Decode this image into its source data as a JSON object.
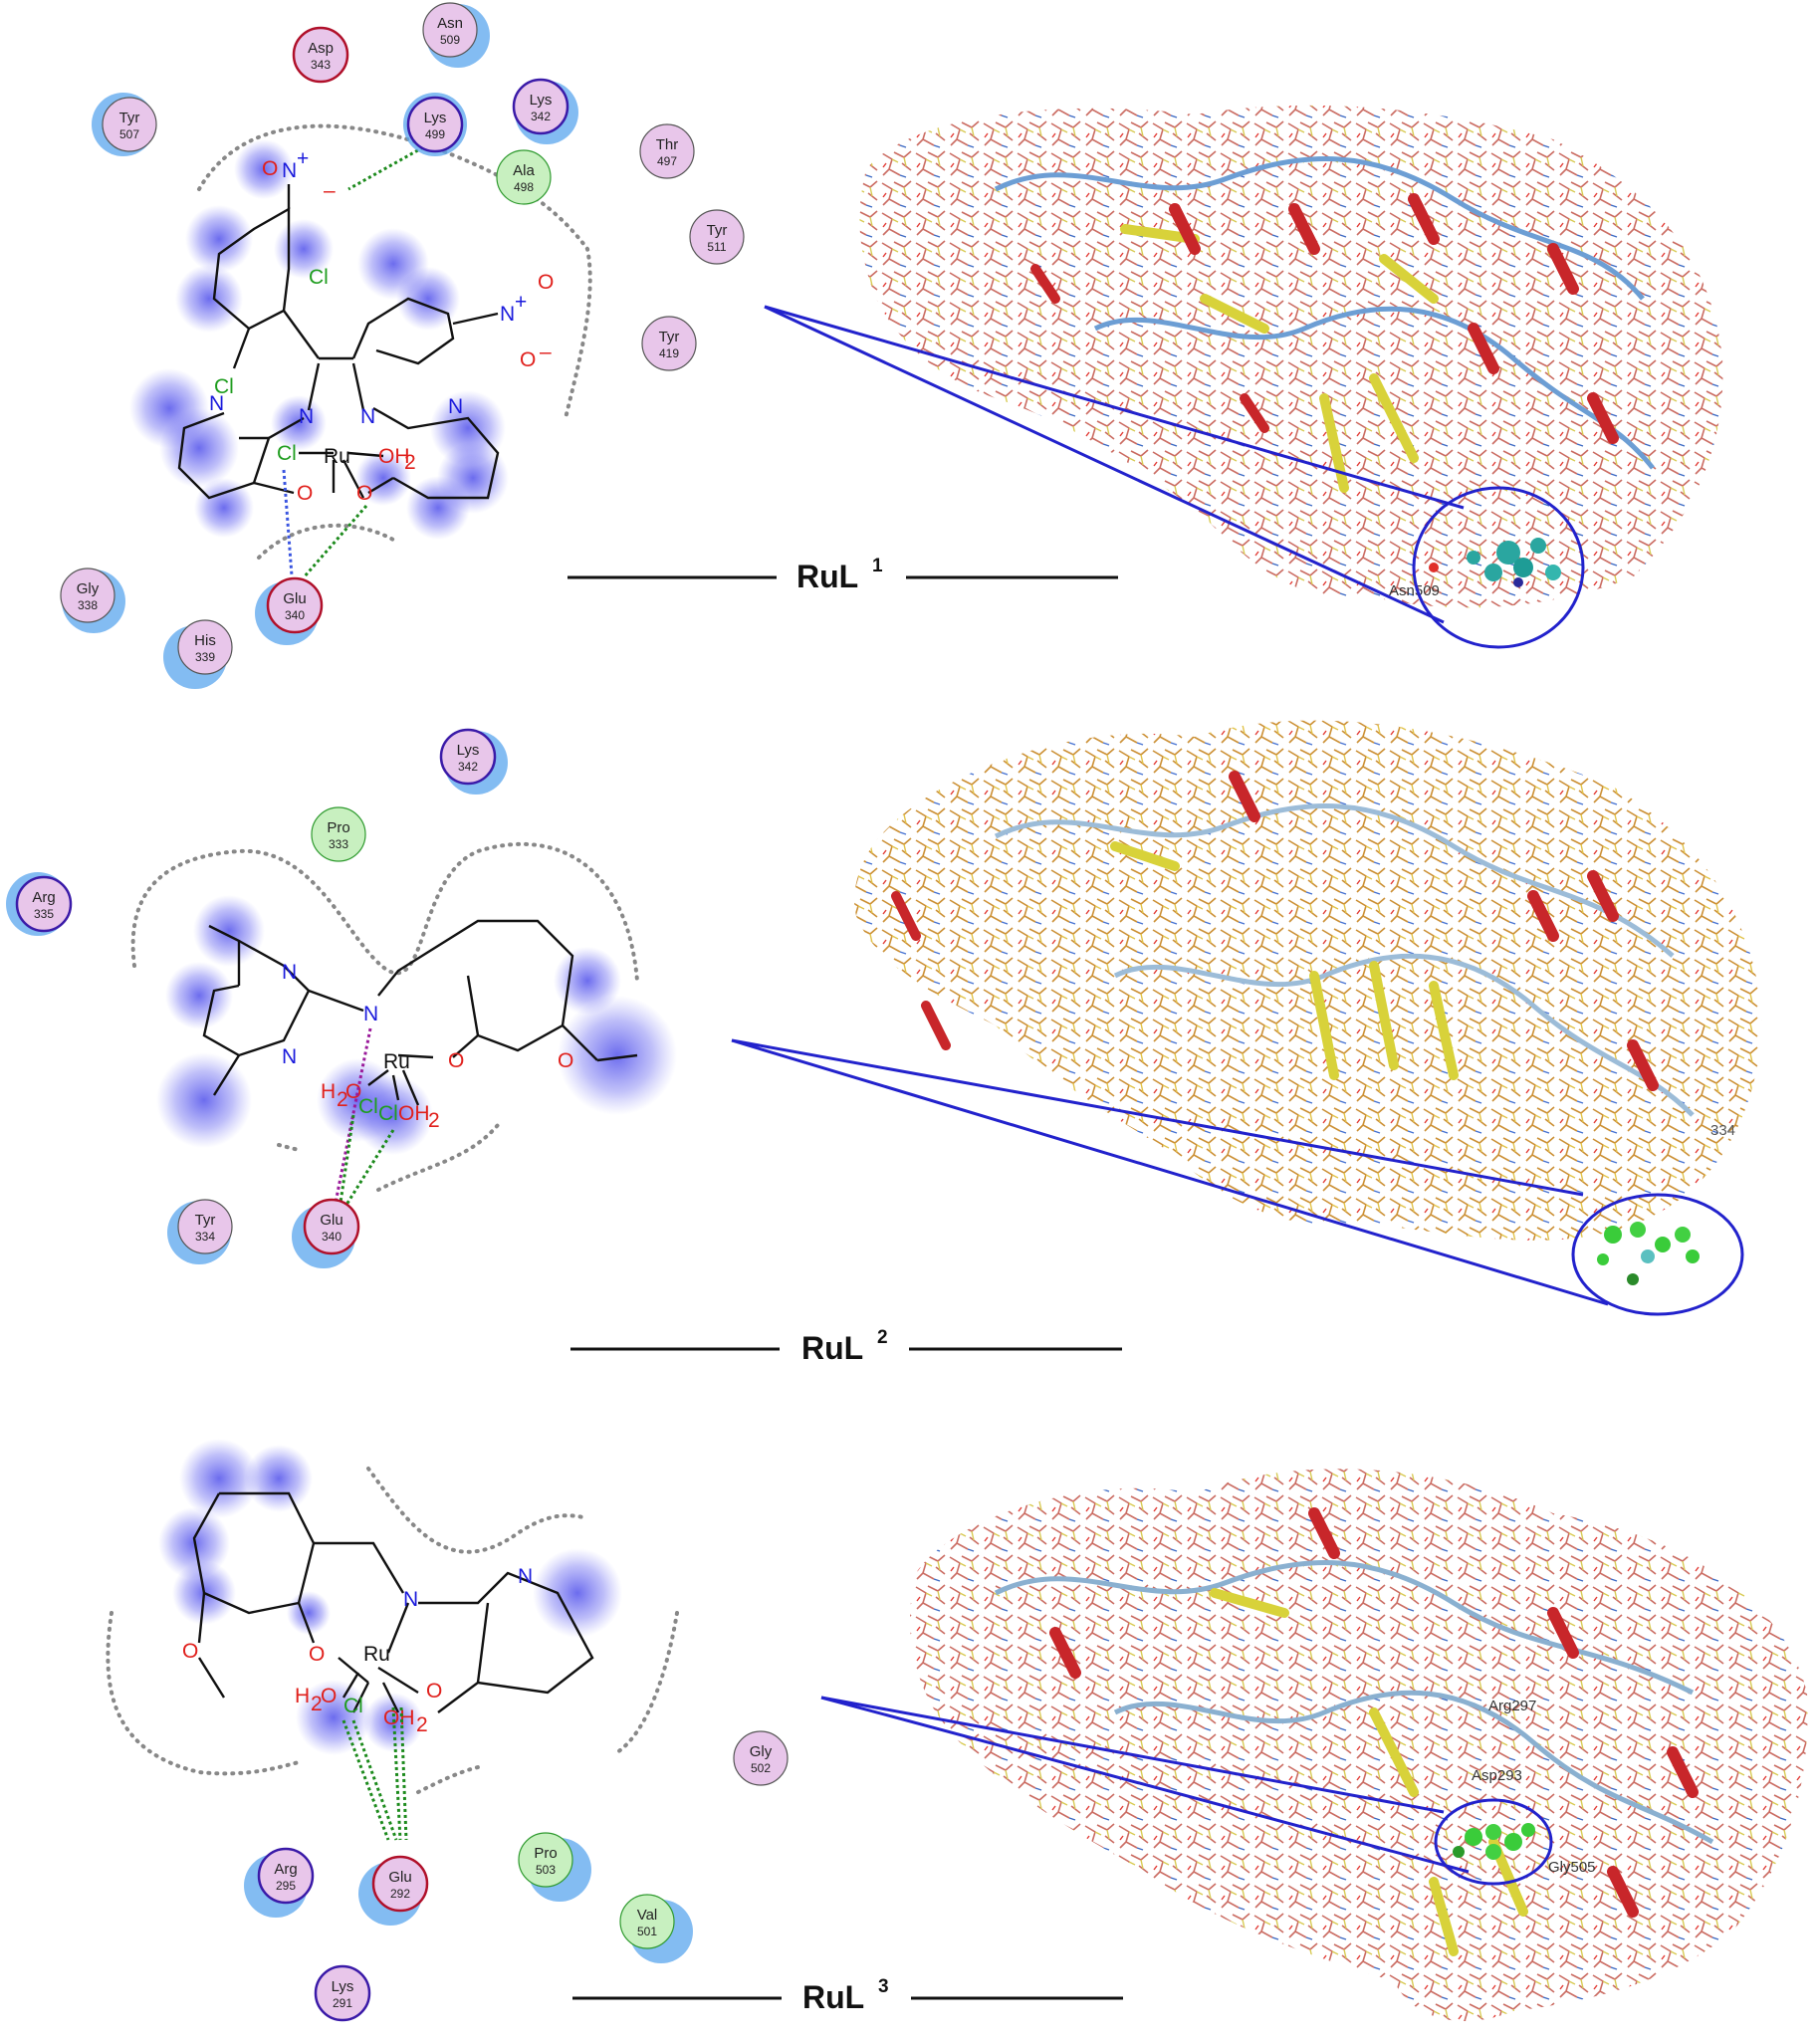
{
  "panels": [
    {
      "id": "RuL1",
      "caption": {
        "main": "RuL",
        "sup": "1"
      },
      "residues": [
        {
          "name": "Asn",
          "num": "509",
          "type": "polar"
        },
        {
          "name": "Asp",
          "num": "343",
          "type": "acidic"
        },
        {
          "name": "Lys",
          "num": "499",
          "type": "basic"
        },
        {
          "name": "Lys",
          "num": "342",
          "type": "basic"
        },
        {
          "name": "Tyr",
          "num": "507",
          "type": "polar"
        },
        {
          "name": "Ala",
          "num": "498",
          "type": "hydrophobic"
        },
        {
          "name": "Thr",
          "num": "497",
          "type": "polar"
        },
        {
          "name": "Tyr",
          "num": "511",
          "type": "polar"
        },
        {
          "name": "Tyr",
          "num": "419",
          "type": "polar"
        },
        {
          "name": "Gly",
          "num": "338",
          "type": "polar"
        },
        {
          "name": "Glu",
          "num": "340",
          "type": "acidic"
        },
        {
          "name": "His",
          "num": "339",
          "type": "polar"
        }
      ],
      "atoms": [
        {
          "text": "N",
          "color": "#1a1adc"
        },
        {
          "text": "+",
          "color": "#1a1adc"
        },
        {
          "text": "O",
          "color": "#e0201c"
        },
        {
          "text": "–",
          "color": "#e0201c"
        },
        {
          "text": "Cl",
          "color": "#1f9d1f"
        },
        {
          "text": "Cl",
          "color": "#1f9d1f"
        },
        {
          "text": "N",
          "color": "#1a1adc"
        },
        {
          "text": "+",
          "color": "#1a1adc"
        },
        {
          "text": "O",
          "color": "#e0201c"
        },
        {
          "text": "O",
          "color": "#e0201c"
        },
        {
          "text": "–",
          "color": "#e0201c"
        },
        {
          "text": "N",
          "color": "#1a1adc"
        },
        {
          "text": "N",
          "color": "#1a1adc"
        },
        {
          "text": "N",
          "color": "#1a1adc"
        },
        {
          "text": "N",
          "color": "#1a1adc"
        },
        {
          "text": "Ru",
          "color": "#111111"
        },
        {
          "text": "Cl",
          "color": "#1f9d1f"
        },
        {
          "text": "OH",
          "color": "#e0201c"
        },
        {
          "text": "2",
          "color": "#e0201c"
        },
        {
          "text": "O",
          "color": "#e0201c"
        },
        {
          "text": "O",
          "color": "#e0201c"
        }
      ],
      "protein_labels": [
        {
          "text": "Asn509",
          "color": "#333333"
        }
      ]
    },
    {
      "id": "RuL2",
      "caption": {
        "main": "RuL",
        "sup": "2"
      },
      "residues": [
        {
          "name": "Lys",
          "num": "342",
          "type": "basic"
        },
        {
          "name": "Pro",
          "num": "333",
          "type": "hydrophobic"
        },
        {
          "name": "Arg",
          "num": "335",
          "type": "basic"
        },
        {
          "name": "Tyr",
          "num": "334",
          "type": "polar"
        },
        {
          "name": "Glu",
          "num": "340",
          "type": "acidic"
        }
      ],
      "atoms": [
        {
          "text": "N",
          "color": "#1a1adc"
        },
        {
          "text": "N",
          "color": "#1a1adc"
        },
        {
          "text": "N",
          "color": "#1a1adc"
        },
        {
          "text": "Ru",
          "color": "#111111"
        },
        {
          "text": "O",
          "color": "#e0201c"
        },
        {
          "text": "O",
          "color": "#e0201c"
        },
        {
          "text": "H",
          "color": "#e0201c"
        },
        {
          "text": "2",
          "color": "#e0201c"
        },
        {
          "text": "O",
          "color": "#e0201c"
        },
        {
          "text": "Cl",
          "color": "#1f9d1f"
        },
        {
          "text": "Cl",
          "color": "#1f9d1f"
        },
        {
          "text": "OH",
          "color": "#e0201c"
        },
        {
          "text": "2",
          "color": "#e0201c"
        }
      ],
      "protein_labels": [
        {
          "text": "334",
          "color": "#555555"
        }
      ]
    },
    {
      "id": "RuL3",
      "caption": {
        "main": "RuL",
        "sup": "3"
      },
      "residues": [
        {
          "name": "Gly",
          "num": "502",
          "type": "polar"
        },
        {
          "name": "Pro",
          "num": "503",
          "type": "hydrophobic"
        },
        {
          "name": "Arg",
          "num": "295",
          "type": "basic"
        },
        {
          "name": "Glu",
          "num": "292",
          "type": "acidic"
        },
        {
          "name": "Val",
          "num": "501",
          "type": "hydrophobic"
        },
        {
          "name": "Lys",
          "num": "291",
          "type": "basic"
        }
      ],
      "atoms": [
        {
          "text": "N",
          "color": "#1a1adc"
        },
        {
          "text": "N",
          "color": "#1a1adc"
        },
        {
          "text": "O",
          "color": "#e0201c"
        },
        {
          "text": "O",
          "color": "#e0201c"
        },
        {
          "text": "Ru",
          "color": "#111111"
        },
        {
          "text": "H",
          "color": "#e0201c"
        },
        {
          "text": "2",
          "color": "#e0201c"
        },
        {
          "text": "O",
          "color": "#e0201c"
        },
        {
          "text": "Cl",
          "color": "#1f9d1f"
        },
        {
          "text": "OH",
          "color": "#e0201c"
        },
        {
          "text": "2",
          "color": "#e0201c"
        },
        {
          "text": "O",
          "color": "#e0201c"
        }
      ],
      "protein_labels": [
        {
          "text": "Arg297",
          "color": "#333333"
        },
        {
          "text": "Asp293",
          "color": "#333333"
        },
        {
          "text": "Gly505",
          "color": "#333333"
        }
      ]
    }
  ],
  "colors": {
    "polar": "#e8c6ea",
    "acidic": "#e8c6ea",
    "basic": "#e8c6ea",
    "hydrophobic": "#c8f0c0",
    "acidic_border": "#b0102a",
    "basic_border": "#3a1aa8",
    "polar_border": "#555555",
    "hydrophobic_border": "#2e9a2e",
    "exposure_halo": "#5aa6ee",
    "ligand_halo": "#3b3be8",
    "zoom_outline": "#2222cc",
    "hbond": "#1c8a1c",
    "metal_contact": "#3a55e0",
    "pi_contact": "#9a1a9a"
  }
}
